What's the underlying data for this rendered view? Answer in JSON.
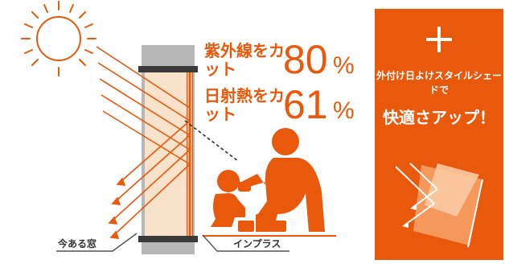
{
  "colors": {
    "accent": "#e8590c",
    "accent_light": "#f6a36b",
    "wall": "#b7b7b7",
    "glass": "#f8e2cc",
    "frame": "#3a3a3a",
    "white": "#ffffff"
  },
  "stats": [
    {
      "label": "紫外線をカット",
      "value": "80",
      "unit": "%"
    },
    {
      "label": "日射熱をカット",
      "value": "61",
      "unit": "%"
    }
  ],
  "labels": {
    "current_window": "今ある窓",
    "inplus": "インプラス"
  },
  "panel": {
    "plus_icon": "plus-icon",
    "subtitle": "外付け日よけスタイルシェードで",
    "headline": "快適さアップ！"
  },
  "icons": [
    "sun-icon",
    "window-icon",
    "family-icon",
    "outdoor-shade-icon"
  ]
}
